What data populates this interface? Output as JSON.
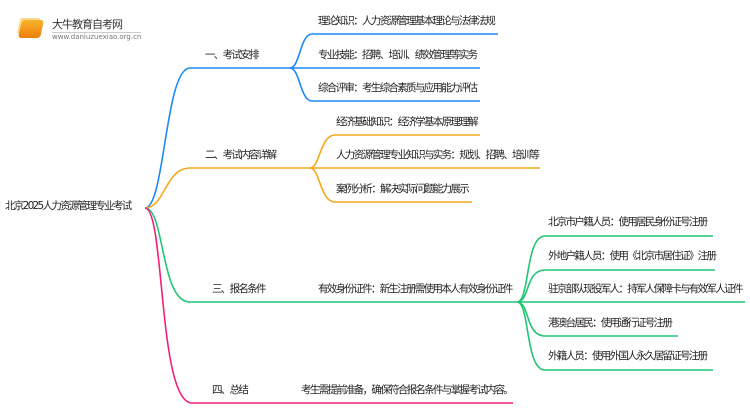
{
  "logo": {
    "name": "大牛教育自考网",
    "url": "www.daniuzuexiao.org.cn"
  },
  "root": "北京2025人力资源管理专业考试",
  "colors": {
    "blue": "#1e88f5",
    "orange": "#f5a81e",
    "green": "#22c576",
    "pink": "#f0207a"
  },
  "branches": [
    {
      "label": "一、考试安排",
      "children": [
        "理论知识：人力资源管理基本理论与法律法规",
        "专业技能：招聘、培训、绩效管理等实务",
        "综合评审：考生综合素质与应用能力评估"
      ]
    },
    {
      "label": "二、考试内容详解",
      "children": [
        "经济基础知识：经济学基本原理理解",
        "人力资源管理专业知识与实务：规划、招聘、培训等",
        "案例分析：解决实际问题能力展示"
      ]
    },
    {
      "label": "三、报名条件",
      "child": "有效身份证件：新生注册需使用本人有效身份证件",
      "children": [
        "北京市户籍人员：使用居民身份证号注册",
        "外地户籍人员：使用《北京市居住证》注册",
        "驻京部队现役军人：持军人保障卡与有效军人证件",
        "港澳台居民：使用通行证号注册",
        "外籍人员：使用外国人永久居留证号注册"
      ]
    },
    {
      "label": "四、总结",
      "child": "考生需提前准备，确保符合报名条件与掌握考试内容。"
    }
  ]
}
